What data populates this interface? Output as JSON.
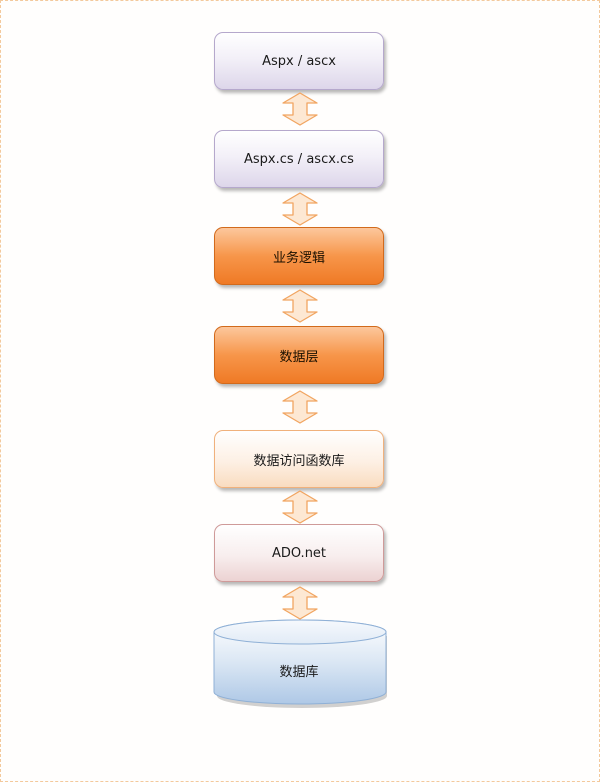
{
  "diagram": {
    "layers": [
      {
        "label": "Aspx / ascx",
        "style": "lav"
      },
      {
        "label": "Aspx.cs / ascx.cs",
        "style": "lav"
      },
      {
        "label": "业务逻辑",
        "style": "org"
      },
      {
        "label": "数据层",
        "style": "org"
      },
      {
        "label": "数据访问函数库",
        "style": "peach"
      },
      {
        "label": "ADO.net",
        "style": "pink"
      }
    ],
    "database": {
      "label": "数据库"
    },
    "connector": "bidirectional-arrow",
    "colors": {
      "arrow_fill": "#fde8d3",
      "arrow_stroke": "#f1a561",
      "lavender": "#ddd6ea",
      "orange": "#f7964a",
      "peach": "#f9dcc0",
      "pink": "#ecd2d2",
      "database": "#b8d0ea"
    }
  }
}
